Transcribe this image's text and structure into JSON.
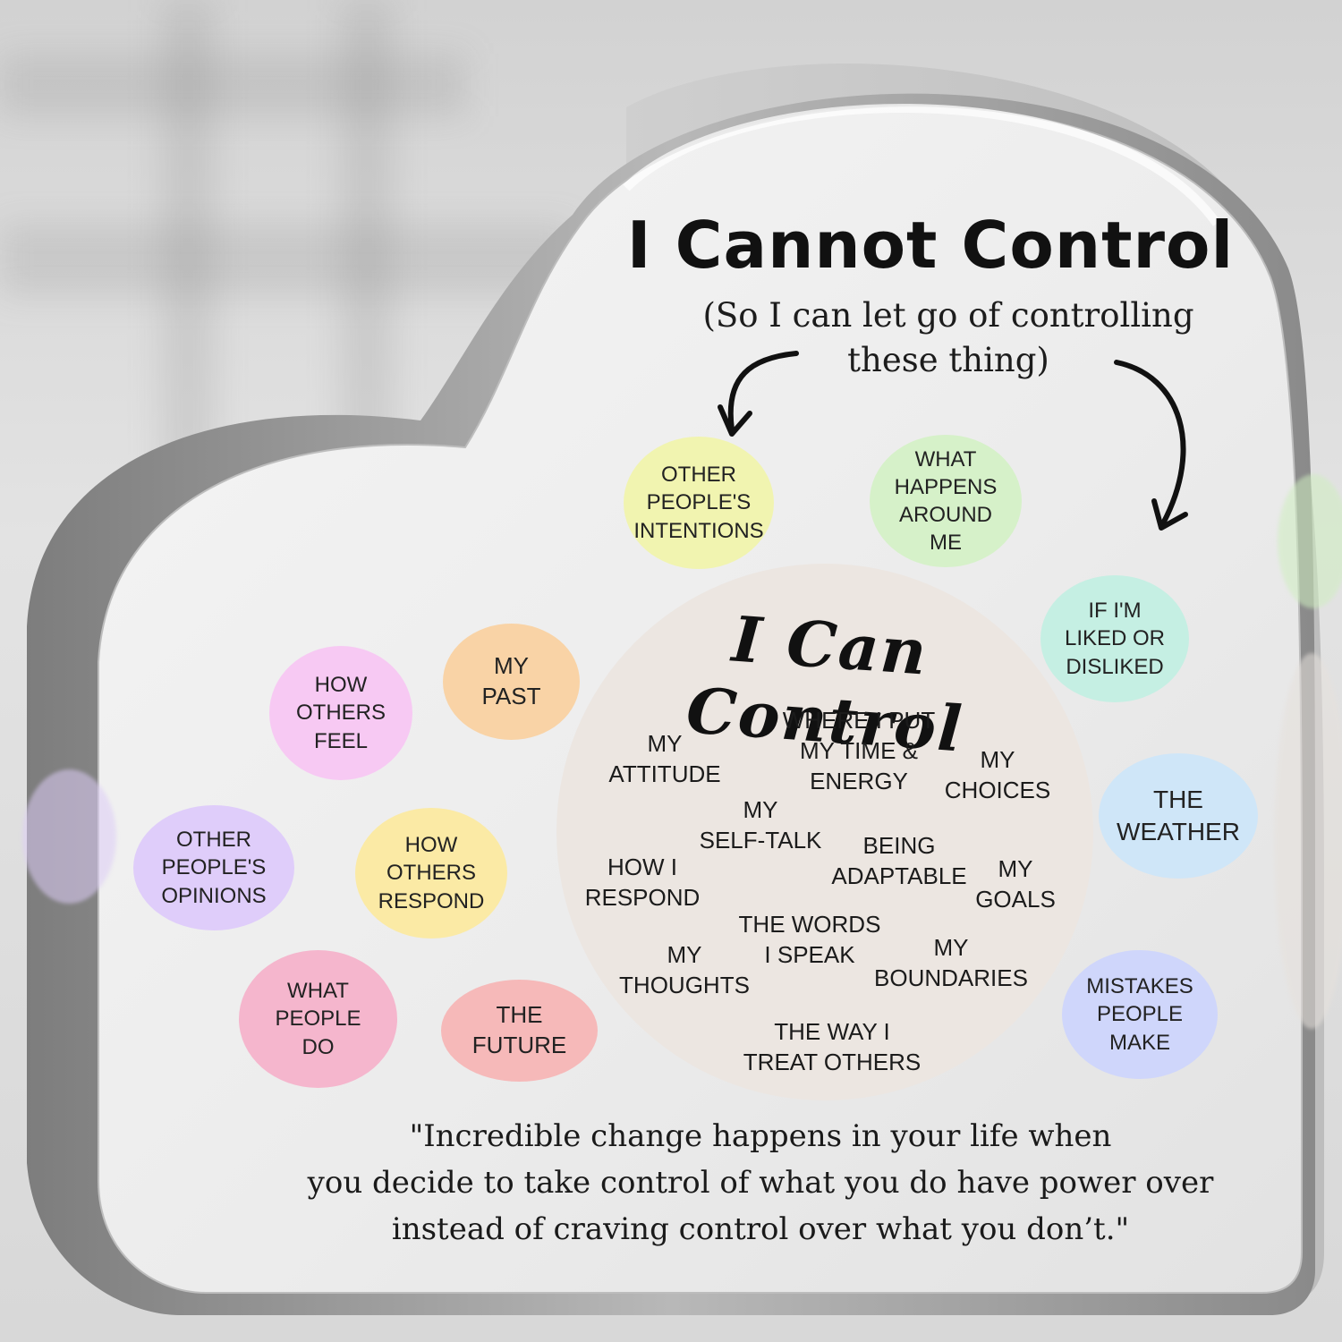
{
  "title": "I Cannot Control",
  "subtitle": "(So I can let go of controlling\nthese thing)",
  "inner_title": "I Can Control",
  "cannot_control": [
    {
      "text": "Other\npeople's\nintentions",
      "color": "#f1f4b0"
    },
    {
      "text": "What\nhappens\naround me",
      "color": "#d6f1c9"
    },
    {
      "text": "If I'm\nliked or\ndisliked",
      "color": "#c5efe3"
    },
    {
      "text": "The\nweather",
      "color": "#cfe6f8"
    },
    {
      "text": "Mistakes\npeople\nmake",
      "color": "#cfd6fb"
    },
    {
      "text": "My\npast",
      "color": "#f9d3a6"
    },
    {
      "text": "How\nothers\nfeel",
      "color": "#f7c9f3"
    },
    {
      "text": "Other\npeople's\nopinions",
      "color": "#dfcdfa"
    },
    {
      "text": "How\nothers\nrespond",
      "color": "#fbeaa5"
    },
    {
      "text": "What\npeople\ndo",
      "color": "#f5b6cd"
    },
    {
      "text": "The\nfuture",
      "color": "#f6b9b9"
    }
  ],
  "can_control": [
    "My\nattitude",
    "Where I put\nmy time &\nenergy",
    "My\nchoices",
    "My\nself-talk",
    "Being\nadaptable",
    "How I\nrespond",
    "My\ngoals",
    "The words\nI speak",
    "My\nthoughts",
    "My\nboundaries",
    "The way I\ntreat others"
  ],
  "quote": "\"Incredible change happens in your life when\nyou decide to take control of what you do have power over\ninstead of craving control over what you don’t.\"",
  "colors": {
    "acrylic": "#efefef",
    "edge": "#9a9a9a",
    "inner_circle": "#ece6e1"
  }
}
